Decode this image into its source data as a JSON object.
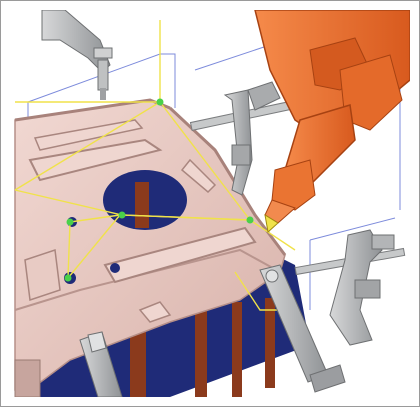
{
  "scene": {
    "kind": "3d-viewport",
    "colors": {
      "background": "#ffffff",
      "part_surface": "#e7c9c2",
      "part_shadow": "#c8a49c",
      "bin_blue": "#1f2b78",
      "bin_wood": "#8b3a1c",
      "robot_orange": "#e8682b",
      "robot_dark": "#b84a15",
      "clamp_gray": "#b9bbbd",
      "path_yellow": "#f0e24a",
      "waypoint_green": "#49d14a",
      "bbox_blue": "#6f7fd8"
    },
    "objects": [
      "robot-arm",
      "sheet-metal-part",
      "fixture-clamp",
      "tool-path",
      "waypoint",
      "bounding-box"
    ]
  }
}
